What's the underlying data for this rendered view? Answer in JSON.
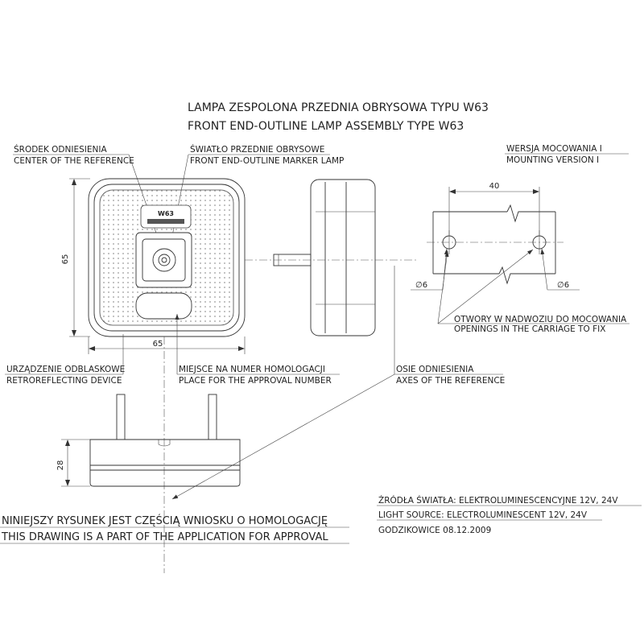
{
  "title": {
    "pl": "LAMPA ZESPOLONA PRZEDNIA OBRYSOWA TYPU W63",
    "en": "FRONT END-OUTLINE LAMP ASSEMBLY TYPE W63"
  },
  "mounting": {
    "pl": "WERSJA MOCOWANIA I",
    "en": "MOUNTING VERSION I",
    "dim_spacing": "40",
    "hole_left": "∅6",
    "hole_right": "∅6",
    "holes_pl": "OTWORY W NADWOZIU DO MOCOWANIA",
    "holes_en": "OPENINGS IN THE CARRIAGE TO FIX"
  },
  "labels": {
    "ref_center_pl": "ŚRODEK ODNIESIENIA",
    "ref_center_en": "CENTER OF THE REFERENCE",
    "marker_pl": "ŚWIATŁO PRZEDNIE OBRYSOWE",
    "marker_en": "FRONT END-OUTLINE MARKER LAMP",
    "retro_pl": "URZĄDZENIE ODBLASKOWE",
    "retro_en": "RETROREFLECTING DEVICE",
    "approval_pl": "MIEJSCE NA NUMER HOMOLOGACJI",
    "approval_en": "PLACE FOR THE APPROVAL NUMBER",
    "axes_pl": "OSIE ODNIESIENIA",
    "axes_en": "AXES OF THE REFERENCE"
  },
  "dimensions": {
    "front_height": "65",
    "front_width": "65",
    "depth": "28"
  },
  "lamp_marking": "W63",
  "notes": {
    "light_pl": "ŹRÓDŁA ŚWIATŁA: ELEKTROLUMINESCENCYJNE  12V, 24V",
    "light_en": "LIGHT SOURCE: ELECTROLUMINESCENT  12V, 24V",
    "date": "GODZIKOWICE 08.12.2009"
  },
  "footer": {
    "pl": "NINIEJSZY RYSUNEK JEST CZĘŚCIĄ WNIOSKU O  HOMOLOGACJĘ",
    "en": "THIS DRAWING IS A PART OF THE APPLICATION FOR  APPROVAL"
  },
  "colors": {
    "line": "#333333",
    "background": "#ffffff"
  }
}
